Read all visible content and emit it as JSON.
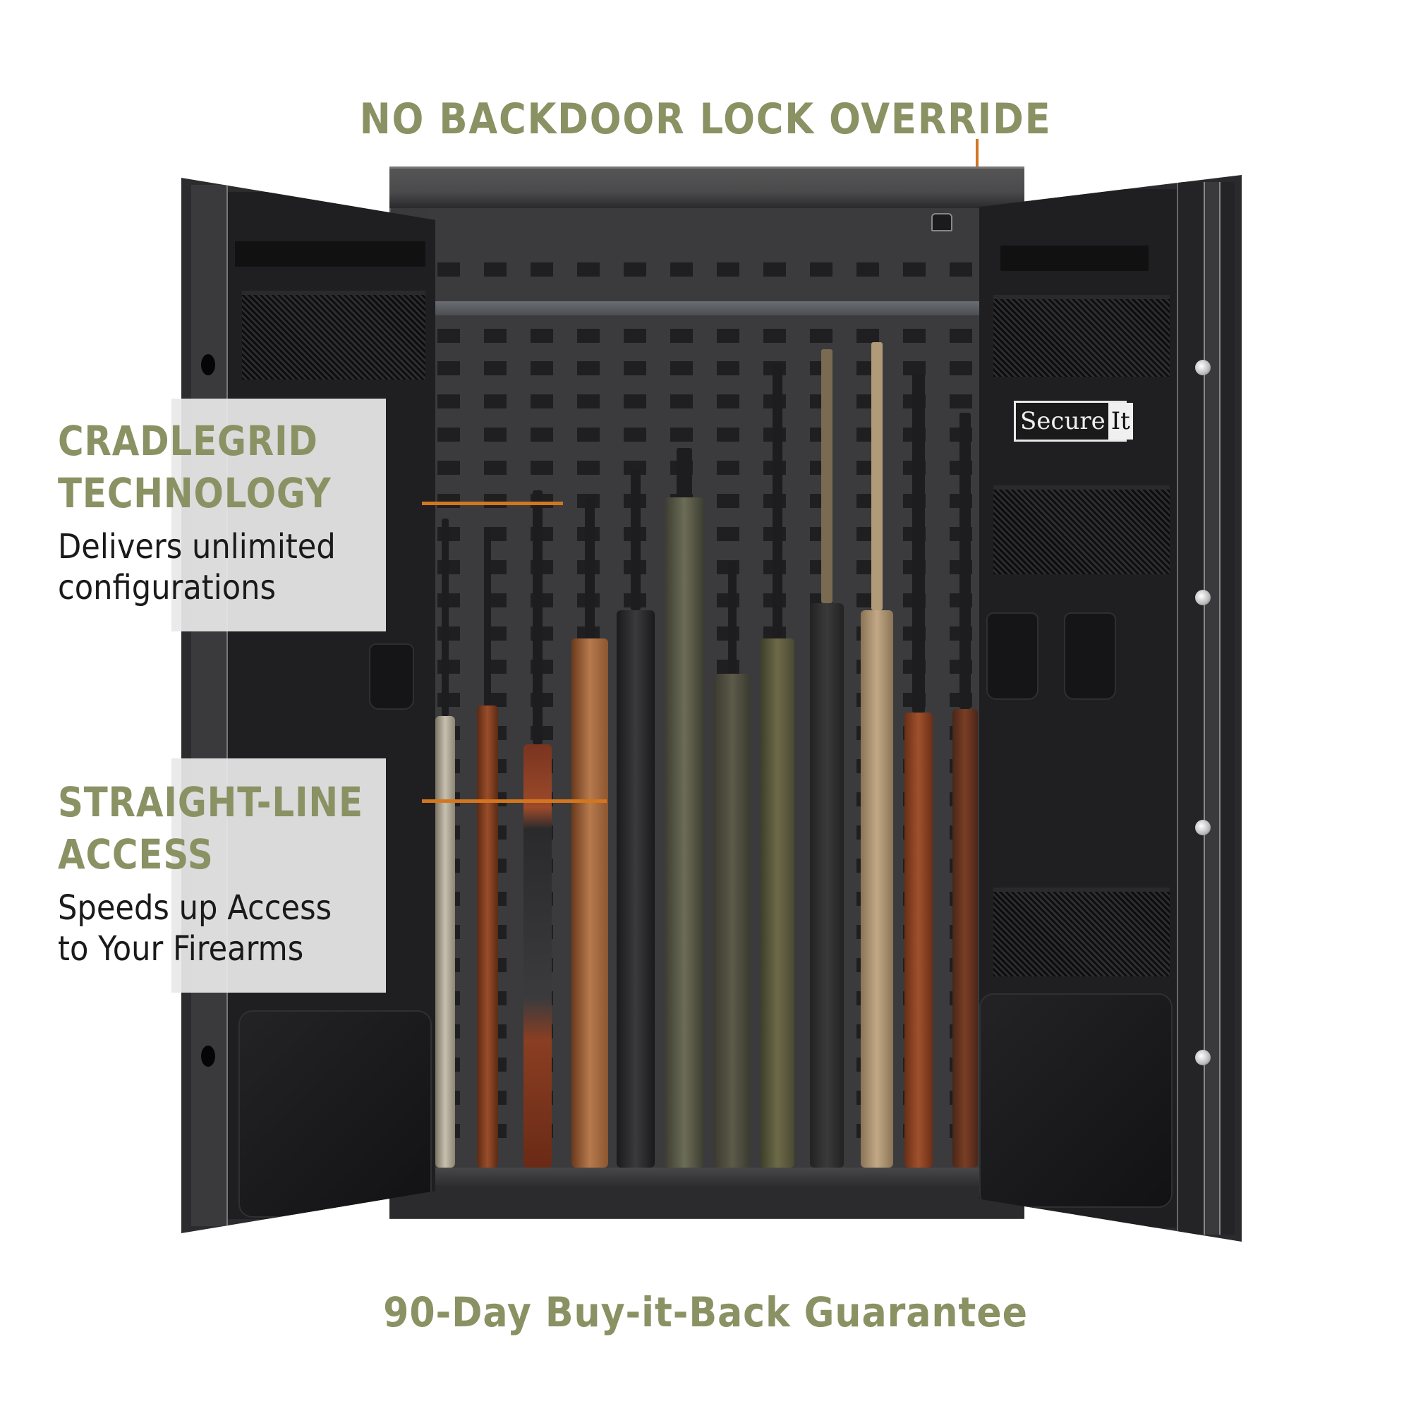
{
  "headline": {
    "top": "NO BACKDOOR LOCK OVERRIDE",
    "bottom": "90-Day Buy-it-Back Guarantee"
  },
  "callouts": [
    {
      "title_line1": "CRADLEGRID",
      "title_line2": "TECHNOLOGY",
      "desc_line1": "Delivers unlimited",
      "desc_line2": "configurations"
    },
    {
      "title_line1": "STRAIGHT-LINE",
      "title_line2": "ACCESS",
      "desc_line1": "Speeds up Access",
      "desc_line2": "to Your Firearms"
    }
  ],
  "brand_logo": {
    "part1": "Secure",
    "part2": "It"
  },
  "colors": {
    "heading_olive": "#8a9163",
    "callout_line_orange": "#d4761f",
    "safe_body": "#3a3a3c",
    "callout_panel": "#e8e8e8",
    "description_text": "#1a1a1a"
  },
  "product_image": {
    "subject": "open gun safe with two doors, CradleGrid back panel and 12 long guns",
    "gun_count": 12
  }
}
